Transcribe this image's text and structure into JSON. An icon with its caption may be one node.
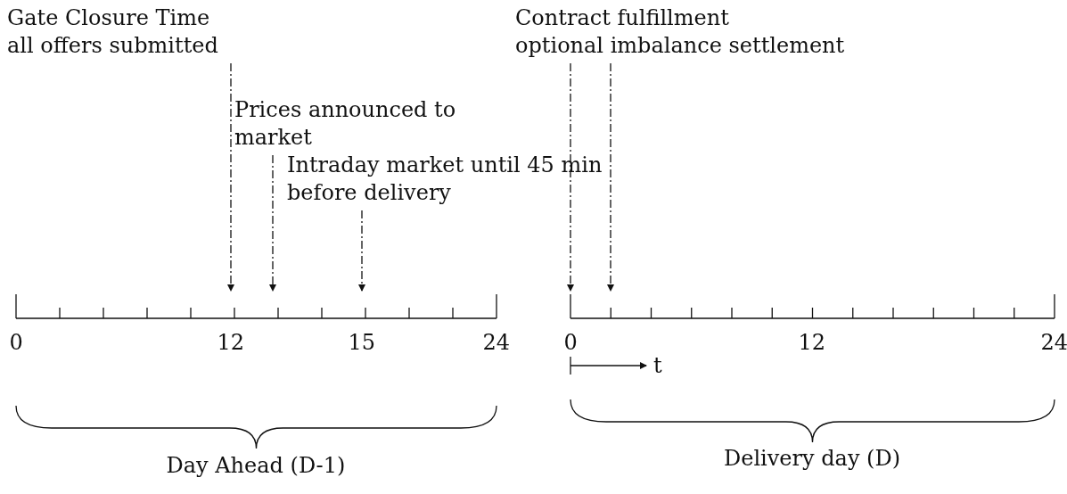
{
  "diagram": {
    "nodes": [
      {
        "text": [
          "Gate Closure Time",
          "all offers submitted"
        ]
      },
      {
        "text": [
          "Prices announced to market"
        ]
      },
      {
        "text": [
          "Intraday market until 45 min before delivery"
        ]
      },
      {
        "text": [
          "Contract fulfillment",
          "optional imbalance settlement"
        ]
      }
    ],
    "edges": [
      {
        "from": 0,
        "to": null,
        "arrow": "to",
        "style": "dashed"
      },
      {
        "from": 1,
        "to": null,
        "arrow": "to",
        "style": "dashed"
      },
      {
        "from": 2,
        "to": null,
        "arrow": "to",
        "style": "dashed"
      },
      {
        "from": 3,
        "to": null,
        "arrow": "to",
        "style": "dashed"
      },
      {
        "from": 3,
        "to": null,
        "arrow": "to",
        "style": "dashed"
      }
    ],
    "labels": [
      "0",
      "12",
      "15",
      "24",
      "0",
      "12",
      "24",
      "t",
      "Day Ahead (D-1)",
      "Delivery day (D)"
    ]
  }
}
